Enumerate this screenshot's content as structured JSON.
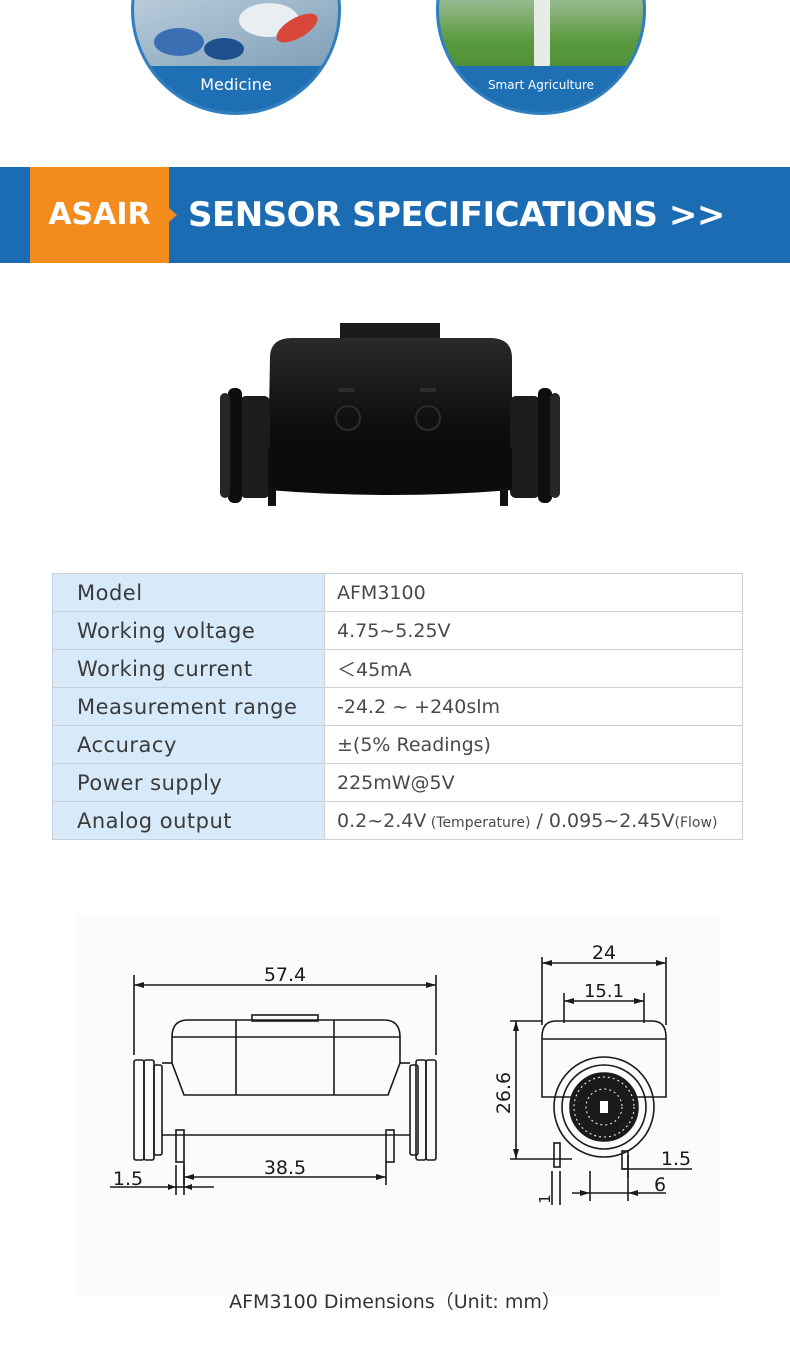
{
  "applications": [
    {
      "label": "Medicine"
    },
    {
      "label": "Smart Agriculture"
    }
  ],
  "banner": {
    "brand": "ASAIR",
    "title": "SENSOR SPECIFICATIONS >>",
    "colors": {
      "bar": "#1c6cb3",
      "brand": "#f38b1d"
    }
  },
  "specs": [
    {
      "label": "Model",
      "value": "AFM3100"
    },
    {
      "label": "Working voltage",
      "value": "4.75~5.25V"
    },
    {
      "label": "Working current",
      "value": "＜45mA"
    },
    {
      "label": "Measurement range",
      "value": "-24.2 ~ +240slm"
    },
    {
      "label": "Accuracy",
      "value": "±(5% Readings)"
    },
    {
      "label": "Power supply",
      "value": "225mW@5V"
    },
    {
      "label": "Analog output",
      "value_parts": [
        "0.2~2.4V",
        " (Temperature)",
        " / 0.095~2.45V",
        "(Flow)"
      ]
    }
  ],
  "drawing": {
    "dims": {
      "length": "57.4",
      "pitch": "38.5",
      "flange": "1.5",
      "width": "24",
      "inner": "15.1",
      "height": "26.6",
      "gap": "1.5",
      "offset": "6",
      "thick": "1"
    }
  },
  "caption": "AFM3100 Dimensions（Unit: mm）"
}
